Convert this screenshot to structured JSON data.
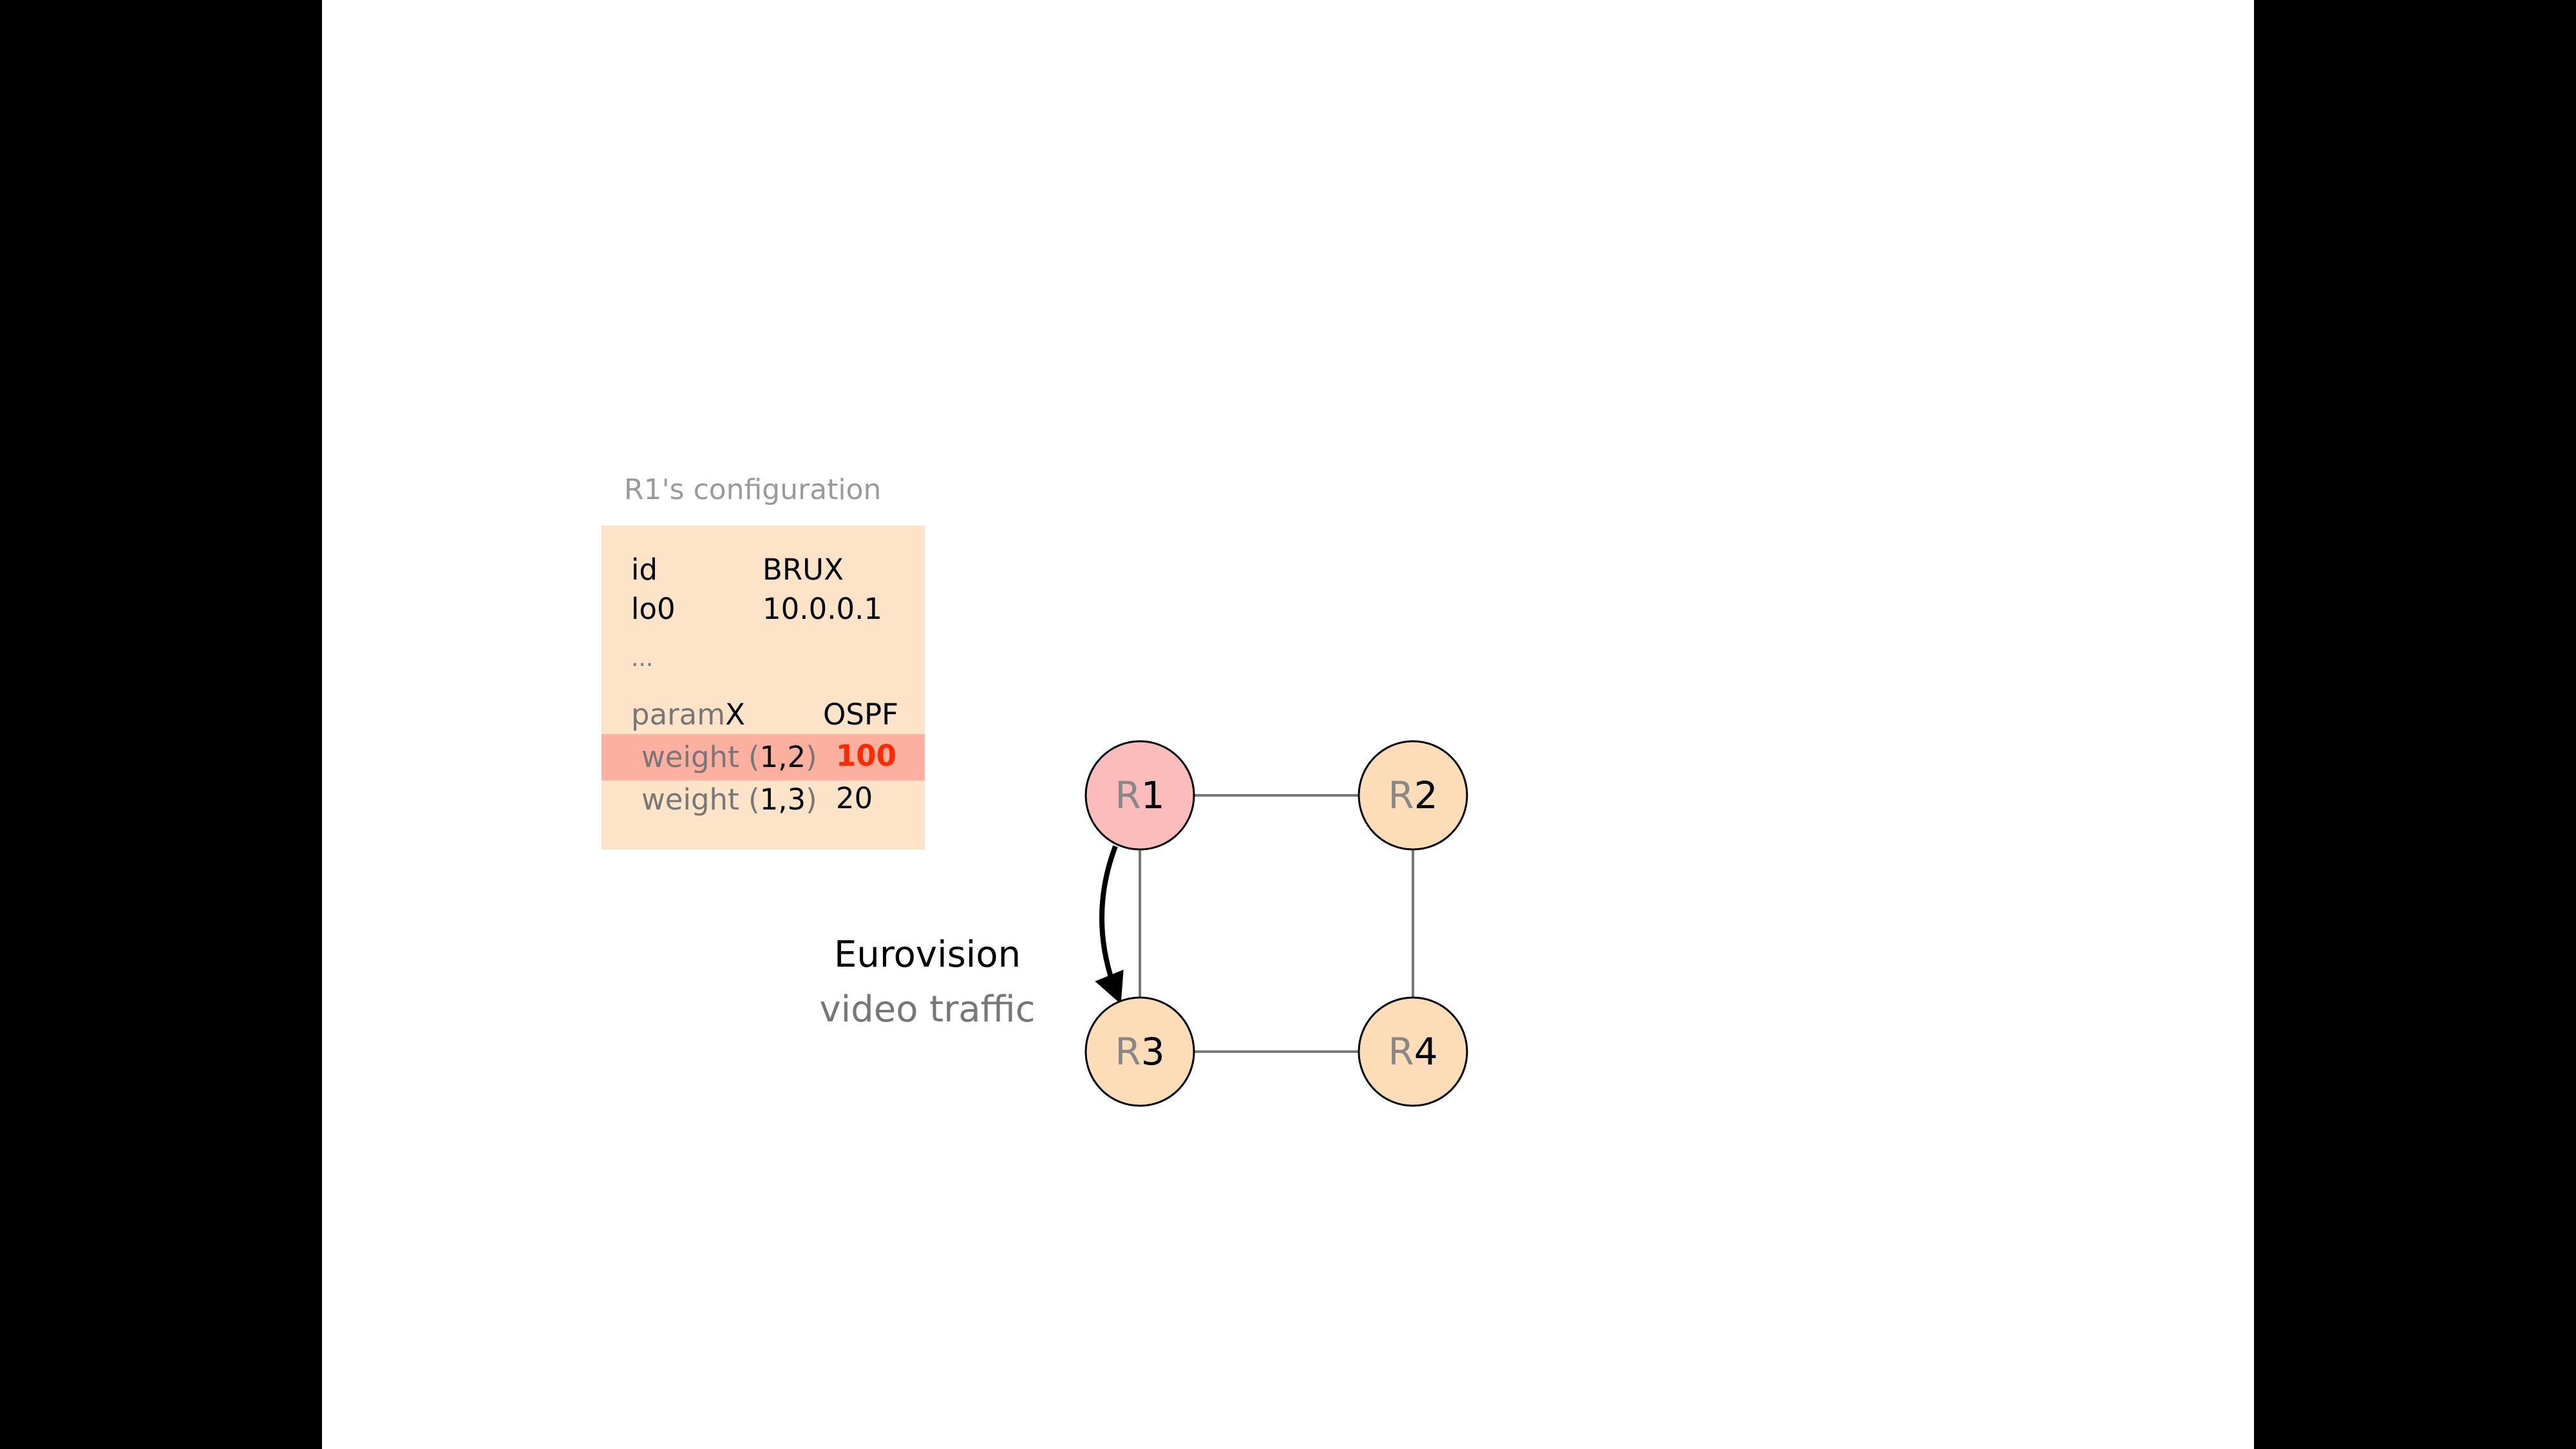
{
  "config": {
    "title": "R1's configuration",
    "rows": [
      {
        "key": "id",
        "value": "BRUX"
      },
      {
        "key": "lo0",
        "value": "10.0.0.1"
      }
    ],
    "ellipsis": "...",
    "param_header": {
      "key_prefix": "param",
      "key_suffix": "X",
      "value": "OSPF"
    },
    "weights": [
      {
        "label_prefix": "weight (",
        "pair": "1,2",
        "label_suffix": ")",
        "value": "100",
        "highlighted": true
      },
      {
        "label_prefix": "weight (",
        "pair": "1,3",
        "label_suffix": ")",
        "value": "20",
        "highlighted": false
      }
    ]
  },
  "nodes": [
    {
      "id": "R1",
      "prefix": "R",
      "num": "1",
      "fill": "#fcbcbc"
    },
    {
      "id": "R2",
      "prefix": "R",
      "num": "2",
      "fill": "#fddcb8"
    },
    {
      "id": "R3",
      "prefix": "R",
      "num": "3",
      "fill": "#fddcb8"
    },
    {
      "id": "R4",
      "prefix": "R",
      "num": "4",
      "fill": "#fddcb8"
    }
  ],
  "edges": [
    [
      "R1",
      "R2"
    ],
    [
      "R1",
      "R3"
    ],
    [
      "R2",
      "R4"
    ],
    [
      "R3",
      "R4"
    ]
  ],
  "traffic": {
    "line1": "Eurovision",
    "line2": "video traffic",
    "from": "R1",
    "to": "R3"
  },
  "colors": {
    "box": "#fde4c8",
    "highlight": "#fdb0a0",
    "accent_red": "#ff2a00"
  }
}
